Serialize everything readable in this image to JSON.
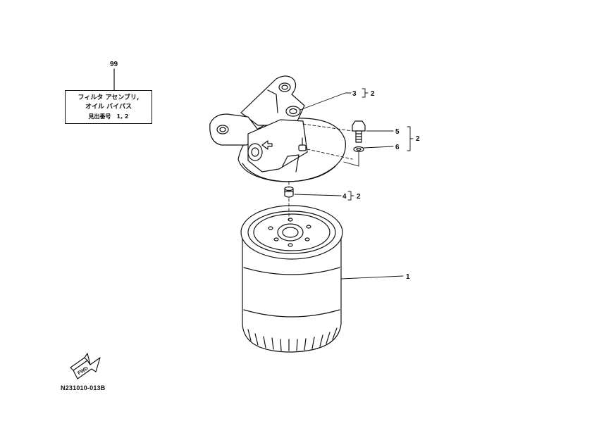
{
  "kit_box": {
    "ref": "99",
    "line1": "フィルタ アセンブリ,",
    "line2": "オイル バイパス",
    "line3": "見出番号　1, 2"
  },
  "callouts": [
    {
      "id": "3",
      "group": "2"
    },
    {
      "id": "5",
      "group": "2"
    },
    {
      "id": "6",
      "group": "2"
    },
    {
      "id": "4",
      "group": "2"
    },
    {
      "id": "1",
      "group": ""
    }
  ],
  "fwd_label": "FWD",
  "catalog_number": "N231010-013B"
}
